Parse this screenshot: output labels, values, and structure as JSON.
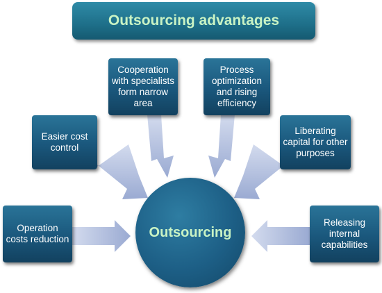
{
  "title": "Outsourcing advantages",
  "center": "Outsourcing",
  "items": [
    {
      "text": "Operation costs reduction"
    },
    {
      "text": "Easier cost control"
    },
    {
      "text": "Cooperation with specialists form narrow area"
    },
    {
      "text": "Process optimization and rising efficiency"
    },
    {
      "text": "Liberating capital for other purposes"
    },
    {
      "text": "Releasing internal capabilities"
    }
  ],
  "colors": {
    "box": "#1a577c",
    "title_text": "#c9f3c4",
    "arrow": "#a3b2d6"
  }
}
